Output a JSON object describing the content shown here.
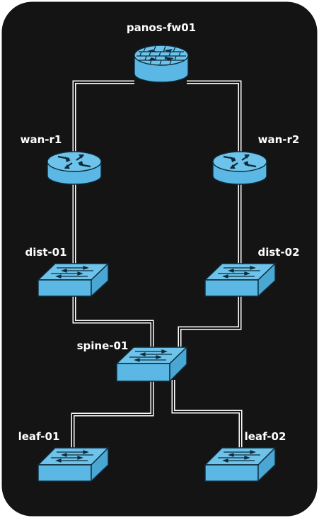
{
  "diagram": {
    "background": "#141414",
    "frame_color": "#ffffff",
    "device_color": "#5bb8e4",
    "link_color": "#ffffff",
    "nodes": [
      {
        "id": "panos-fw01",
        "label": "panos-fw01",
        "kind": "firewall"
      },
      {
        "id": "wan-r1",
        "label": "wan-r1",
        "kind": "router"
      },
      {
        "id": "wan-r2",
        "label": "wan-r2",
        "kind": "router"
      },
      {
        "id": "dist-01",
        "label": "dist-01",
        "kind": "switch"
      },
      {
        "id": "dist-02",
        "label": "dist-02",
        "kind": "switch"
      },
      {
        "id": "spine-01",
        "label": "spine-01",
        "kind": "switch"
      },
      {
        "id": "leaf-01",
        "label": "leaf-01",
        "kind": "switch"
      },
      {
        "id": "leaf-02",
        "label": "leaf-02",
        "kind": "switch"
      }
    ],
    "links": [
      {
        "from": "panos-fw01",
        "to": "wan-r1"
      },
      {
        "from": "panos-fw01",
        "to": "wan-r2"
      },
      {
        "from": "wan-r1",
        "to": "dist-01"
      },
      {
        "from": "wan-r2",
        "to": "dist-02"
      },
      {
        "from": "dist-01",
        "to": "spine-01"
      },
      {
        "from": "dist-02",
        "to": "spine-01"
      },
      {
        "from": "spine-01",
        "to": "leaf-01"
      },
      {
        "from": "spine-01",
        "to": "leaf-02"
      }
    ]
  }
}
